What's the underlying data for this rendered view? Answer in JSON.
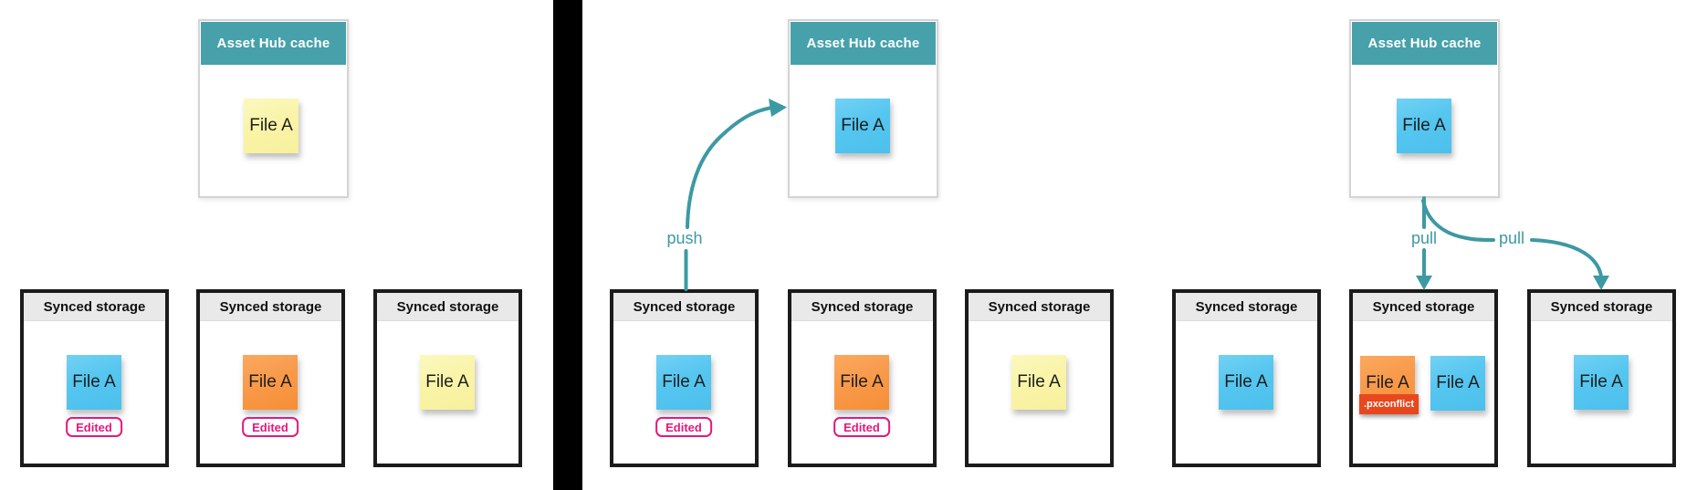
{
  "colors": {
    "background": "#ffffff",
    "divider": "#000000",
    "cache_header_teal": "#47a1ab",
    "cache_border": "#d4d4d4",
    "storage_header_gray": "#e9e9e9",
    "storage_border": "#1b1b1b",
    "arrow_teal": "#3d99a3",
    "edited_pink": "#e3197e",
    "conflict_red": "#e8471e",
    "note_blue": "#55c6f0",
    "note_orange": "#f89a4b",
    "note_yellow": "#faf4a8"
  },
  "panels": [
    {
      "name": "local-edits",
      "cache": {
        "title": "Asset Hub cache",
        "note": {
          "label": "File A",
          "color": "yellow"
        }
      },
      "storages": [
        {
          "title": "Synced storage",
          "notes": [
            {
              "label": "File A",
              "color": "blue"
            }
          ],
          "badge": "Edited"
        },
        {
          "title": "Synced storage",
          "notes": [
            {
              "label": "File A",
              "color": "orange"
            }
          ],
          "badge": "Edited"
        },
        {
          "title": "Synced storage",
          "notes": [
            {
              "label": "File A",
              "color": "yellow"
            }
          ]
        }
      ]
    },
    {
      "name": "push",
      "arrow": {
        "label": "push"
      },
      "cache": {
        "title": "Asset Hub cache",
        "note": {
          "label": "File A",
          "color": "blue"
        }
      },
      "storages": [
        {
          "title": "Synced storage",
          "notes": [
            {
              "label": "File A",
              "color": "blue"
            }
          ],
          "badge": "Edited"
        },
        {
          "title": "Synced storage",
          "notes": [
            {
              "label": "File A",
              "color": "orange"
            }
          ],
          "badge": "Edited"
        },
        {
          "title": "Synced storage",
          "notes": [
            {
              "label": "File A",
              "color": "yellow"
            }
          ]
        }
      ]
    },
    {
      "name": "pull",
      "arrows": [
        {
          "label": "pull"
        },
        {
          "label": "pull"
        }
      ],
      "cache": {
        "title": "Asset Hub cache",
        "note": {
          "label": "File A",
          "color": "blue"
        }
      },
      "storages": [
        {
          "title": "Synced storage",
          "notes": [
            {
              "label": "File A",
              "color": "blue"
            }
          ]
        },
        {
          "title": "Synced storage",
          "notes": [
            {
              "label": "File A",
              "color": "orange",
              "tag": ".pxconflict"
            },
            {
              "label": "File A",
              "color": "blue"
            }
          ]
        },
        {
          "title": "Synced storage",
          "notes": [
            {
              "label": "File A",
              "color": "blue"
            }
          ]
        }
      ]
    }
  ]
}
